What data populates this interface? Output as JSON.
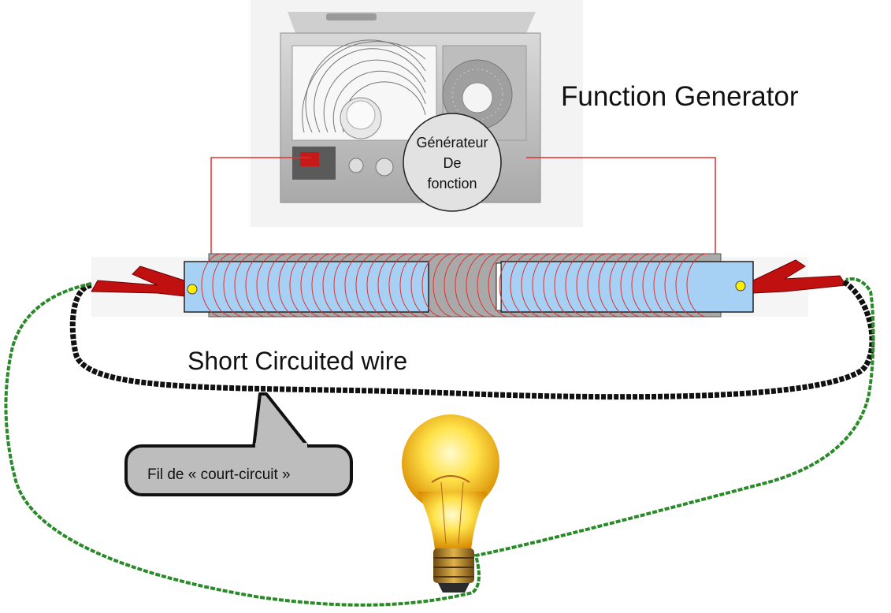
{
  "labels": {
    "function_generator": "Function Generator",
    "short_circuited_wire": "Short Circuited wire"
  },
  "bubble": {
    "line1": "Générateur",
    "line2": "De",
    "line3": "fonction"
  },
  "callout": {
    "text": "Fil de « court-circuit »"
  },
  "colors": {
    "coil": "#e03030",
    "tube": "#a7d0f5",
    "shorting_wire": "#111111",
    "lamp_wire": "#2a8a2a",
    "clip": "#c01010",
    "bulb": "#ffd21a"
  },
  "icons": {
    "device": "function-generator-icon",
    "lamp": "light-bulb-icon",
    "clip": "alligator-clip-icon"
  }
}
